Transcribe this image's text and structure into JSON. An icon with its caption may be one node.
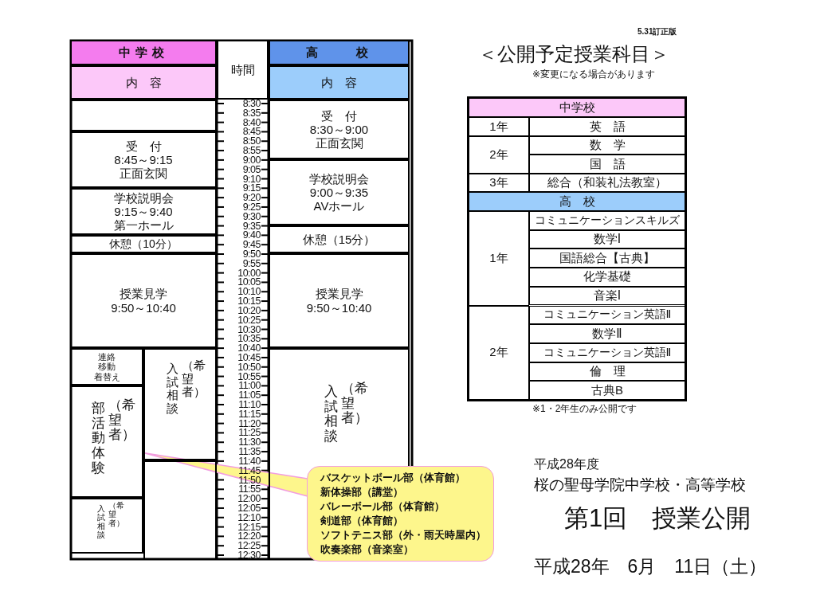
{
  "diagram": {
    "title": "第1回　授業公開",
    "nodes": [
      {
        "text": [
          "中学校"
        ]
      },
      {
        "text": [
          "内　容"
        ]
      },
      {
        "text": [
          "時間"
        ]
      },
      {
        "text": [
          "高　　校"
        ]
      },
      {
        "text": [
          "内　容"
        ]
      },
      {
        "text": [],
        "shape": "box"
      },
      {
        "text": [
          "受　付",
          "8:45～9:15",
          "正面玄関"
        ]
      },
      {
        "text": [
          "学校説明会",
          "9:15～9:40",
          "第一ホール"
        ]
      },
      {
        "text": [
          "休憩（10分）"
        ]
      },
      {
        "text": [
          "授業見学",
          "9:50～10:40"
        ]
      },
      {
        "text": [
          "連絡",
          "移動",
          "着替え"
        ]
      },
      {
        "text": [
          "部活動体験",
          "（希望者）"
        ]
      },
      {
        "text": [
          "入試相談",
          "（希望者）"
        ]
      },
      {
        "text": [
          "入試相談",
          "（希望者）"
        ]
      },
      {
        "text": [],
        "shape": "box"
      },
      {
        "text": [
          "受　付",
          "8:30～9:00",
          "正面玄関"
        ]
      },
      {
        "text": [
          "学校説明会",
          "9:00～9:35",
          "AVホール"
        ]
      },
      {
        "text": [
          "休憩（15分）"
        ]
      },
      {
        "text": [
          "授業見学",
          "9:50～10:40"
        ]
      },
      {
        "text": [
          "入試相談",
          "（希望者）"
        ]
      },
      {
        "text": [
          "バスケットボール部（体育館）",
          "新体操部（講堂）",
          "バレーボール部（体育館）",
          "剣道部（体育館）",
          "ソフトテニス部（外・雨天時屋内）",
          "吹奏楽部（音楽室）"
        ]
      }
    ],
    "edges": [
      {
        "from": 20,
        "to": 11,
        "arrow": "none"
      }
    ],
    "labels": [
      "5.31訂正版",
      "＜公開予定授業科目＞",
      "※変更になる場合があります",
      "8:30",
      "8:35",
      "8:40",
      "8:45",
      "8:50",
      "8:55",
      "9:00",
      "9:05",
      "9:10",
      "9:15",
      "9:20",
      "9:25",
      "9:30",
      "9:35",
      "9:40",
      "9:45",
      "9:50",
      "9:55",
      "10:00",
      "10:05",
      "10:10",
      "10:15",
      "10:20",
      "10:25",
      "10:30",
      "10:35",
      "10:40",
      "10:45",
      "10:50",
      "10:55",
      "11:00",
      "11:05",
      "11:10",
      "11:15",
      "11:20",
      "11:25",
      "11:30",
      "11:35",
      "11:40",
      "11:45",
      "11:50",
      "11:55",
      "12:00",
      "12:05",
      "12:10",
      "12:15",
      "12:20",
      "12:25",
      "12:30",
      "中学校",
      "1年",
      "英　語",
      "2年",
      "数　学",
      "国　語",
      "3年",
      "総合（和装礼法教室）",
      "高　校",
      "1年",
      "コミュニケーションスキルズ",
      "数学Ⅰ",
      "国語総合【古典】",
      "化学基礎",
      "音楽Ⅰ",
      "2年",
      "コミュニケーション英語Ⅱ",
      "数学Ⅱ",
      "コミュニケーション英語Ⅱ",
      "倫　理",
      "古典B",
      "※1・2年生のみ公開です",
      "平成28年度",
      "桜の聖母学院中学校・高等学校",
      "平成28年　6月　11日（土）"
    ]
  }
}
